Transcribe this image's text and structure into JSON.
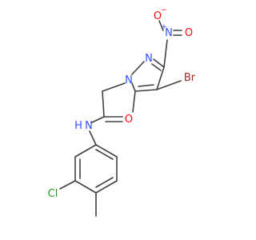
{
  "molecule": {
    "atoms": {
      "n_pyrazole_1": "N",
      "n_pyrazole_2": "N",
      "n_nitro": "N",
      "nitro_charge": "+",
      "o_nitro_single": "O",
      "o_nitro_charge": "−",
      "o_nitro_double": "O",
      "bromine": "Br",
      "o_carbonyl": "O",
      "n_amide": "N",
      "h_amide": "H",
      "chlorine": "Cl"
    },
    "colors": {
      "nitrogen": "#3050F8",
      "oxygen": "#FF0D0D",
      "bromine": "#A62929",
      "chlorine": "#1FA01F",
      "carbon_bond": "#404040"
    }
  }
}
